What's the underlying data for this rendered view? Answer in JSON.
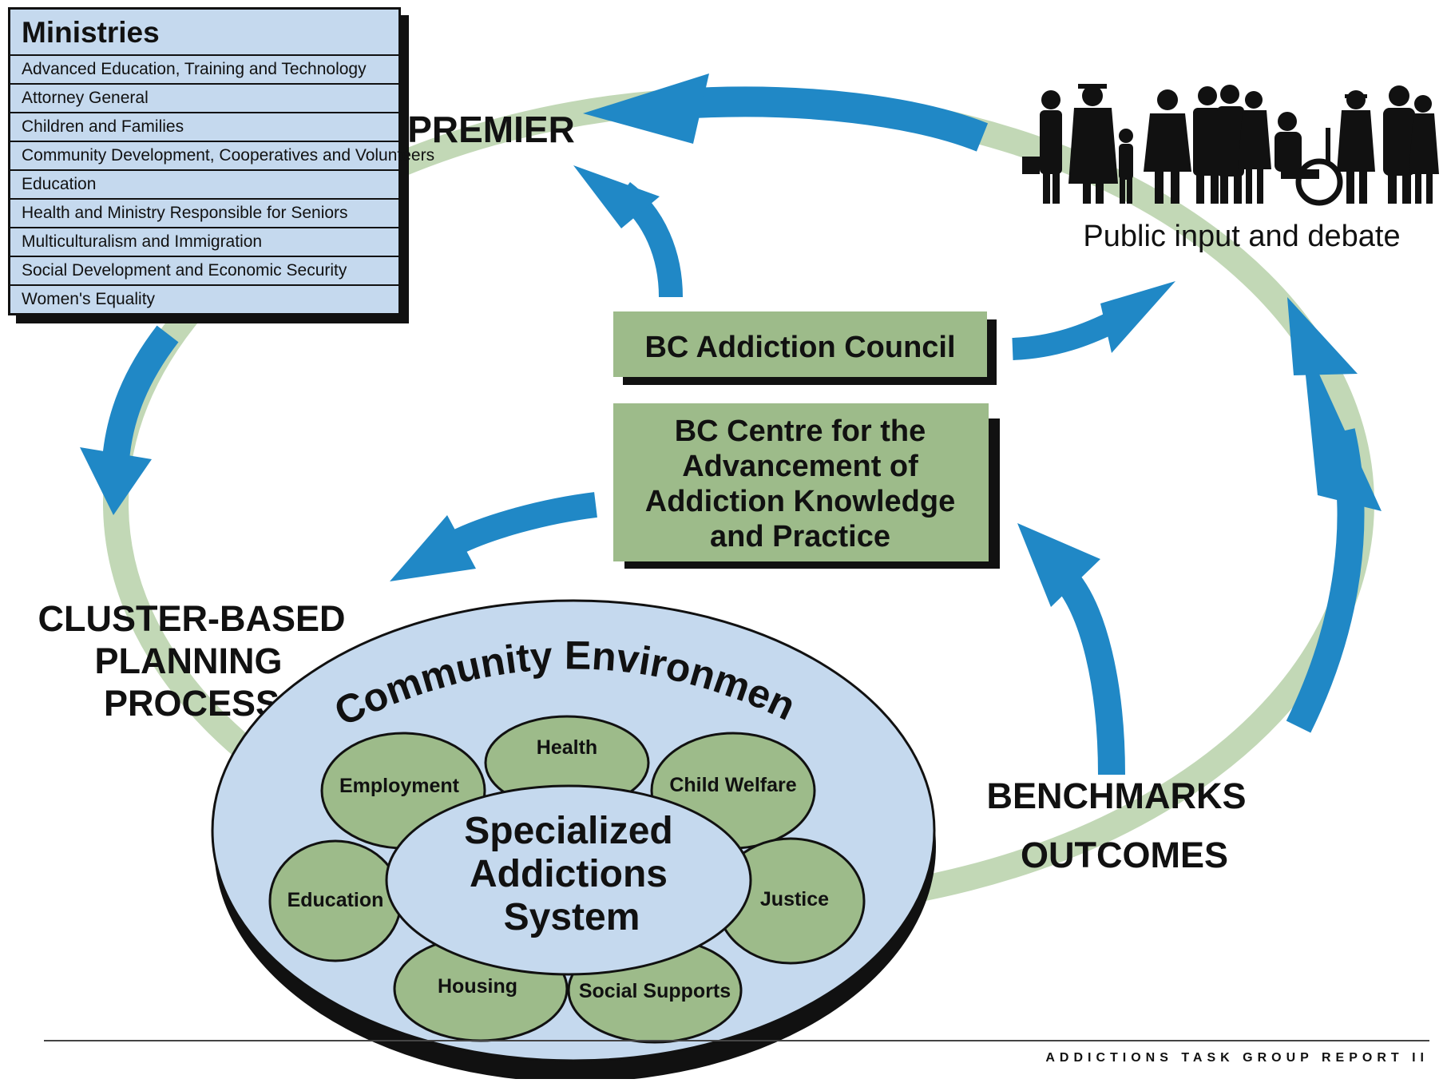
{
  "ministries": {
    "title": "Ministries",
    "items": [
      "Advanced Education, Training and Technology",
      "Attorney General",
      "Children and Families",
      "Community Development, Cooperatives and Volunteers",
      "Education",
      "Health and Ministry Responsible for Seniors",
      "Multiculturalism and Immigration",
      "Social Development and Economic Security",
      "Women's Equality"
    ]
  },
  "premier": "PREMIER",
  "public_input": "Public input and debate",
  "council": "BC Addiction Council",
  "centre": {
    "lines": [
      "BC Centre for the",
      "Advancement of",
      "Addiction Knowledge",
      "and Practice"
    ]
  },
  "cluster": {
    "lines": [
      "CLUSTER-BASED",
      "PLANNING",
      "PROCESS"
    ]
  },
  "benchmarks": "BENCHMARKS",
  "outcomes": "OUTCOMES",
  "community": {
    "title": "Community Environment",
    "center_lines": [
      "Specialized",
      "Addictions",
      "System"
    ],
    "petals": [
      "Health",
      "Child Welfare",
      "Justice",
      "Social Supports",
      "Housing",
      "Education",
      "Employment"
    ]
  },
  "footer": "ADDICTIONS TASK GROUP REPORT   II",
  "colors": {
    "ring": "#c2d8b6",
    "arrow": "#2088c6",
    "box_green": "#9dbb8a",
    "box_blue": "#c5d9ee",
    "petal": "#9dbb8a",
    "ink": "#111111"
  }
}
